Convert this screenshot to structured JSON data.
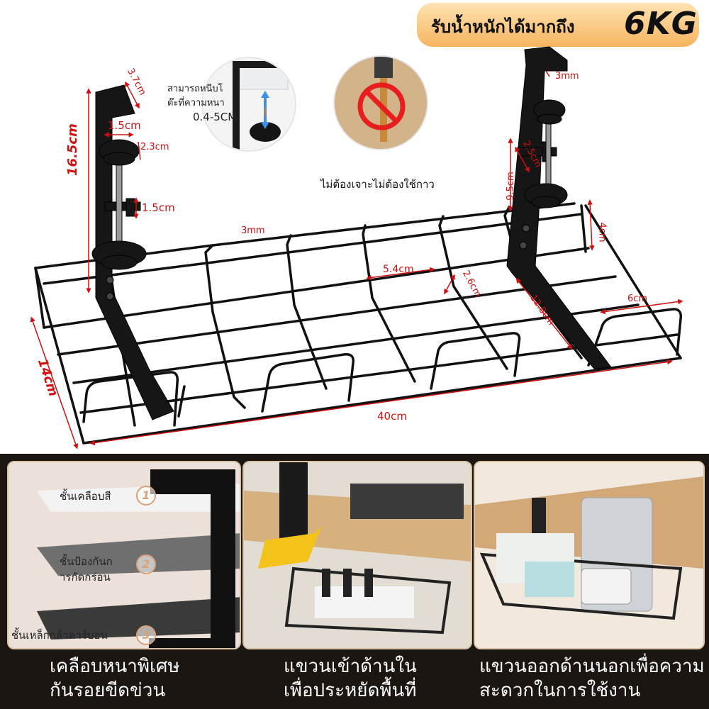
{
  "header": {
    "capacity_text": "รับน้ำหนักได้มากถึง",
    "capacity_value": "6KG"
  },
  "callouts": {
    "clamp_range_text_1": "สามารถหนีบโ",
    "clamp_range_text_2": "ต๊ะที่ความหนา",
    "clamp_range_value": "0.4-5CM",
    "no_drill_text": "ไม่ต้องเจาะไม่ต้องใช้กาว"
  },
  "dimensions": {
    "left_bracket_top_depth": "3.7cm",
    "left_bracket_jaw": "1.5cm",
    "left_knob": "2.3cm",
    "left_lower_jaw": "1.5cm",
    "left_height": "16.5cm",
    "wire_thickness_top": "3mm",
    "right_wire_thickness": "3mm",
    "right_upper_gap": "2.5cm",
    "right_clamp_height": "9.5cm",
    "right_side_height": "4cm",
    "grid_spacing": "5.4cm",
    "grid_gap": "2.6cm",
    "bracket_length": "12.8cm",
    "end_width": "6cm",
    "depth": "14cm",
    "length": "40cm"
  },
  "panels": [
    {
      "layers": [
        {
          "label": "ชั้นเคลือบสี",
          "num": "1"
        },
        {
          "label": "ชั้นป้องกันก",
          "label2": "ารกัดกร่อน",
          "num": "2"
        },
        {
          "label": "ชั้นเหล็กกล้าคาร์บอน",
          "num": "3"
        }
      ],
      "caption1": "เคลือบหนาพิเศษ",
      "caption2": "กันรอยขีดข่วน"
    },
    {
      "caption1": "แขวนเข้าด้านใน",
      "caption2": "เพื่อประหยัดพื้นที่"
    },
    {
      "caption1": "แขวนออกด้านนอกเพื่อความ",
      "caption2": "สะดวกในการใช้งาน"
    }
  ],
  "colors": {
    "dimension_red": "#d01010",
    "badge_gold": "#f6b45f",
    "bottom_background": "#1c1612",
    "panel_border": "#d8c2a3"
  }
}
